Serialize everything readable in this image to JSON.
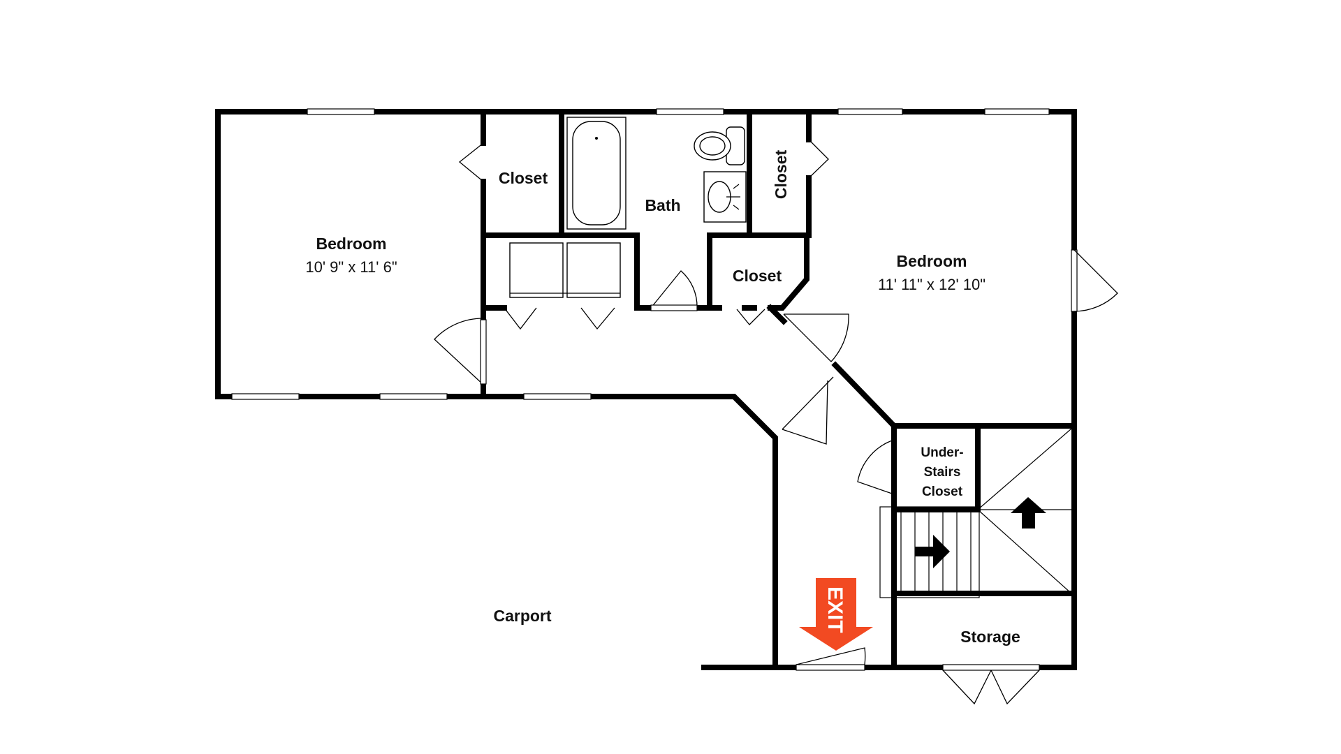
{
  "rooms": {
    "bedroom_left": {
      "name": "Bedroom",
      "dimensions": "10' 9\" x 11' 6\""
    },
    "bedroom_right": {
      "name": "Bedroom",
      "dimensions": "11' 11\" x 12' 10\""
    },
    "closet_left": "Closet",
    "bath": "Bath",
    "closet_vertical": "Closet",
    "closet_middle": "Closet",
    "understairs_line1": "Under-",
    "understairs_line2": "Stairs",
    "understairs_line3": "Closet",
    "storage": "Storage",
    "carport": "Carport"
  },
  "exit_sign": {
    "label": "EXIT",
    "color": "#f24a22"
  },
  "colors": {
    "wall": "#000000",
    "background": "#ffffff"
  }
}
